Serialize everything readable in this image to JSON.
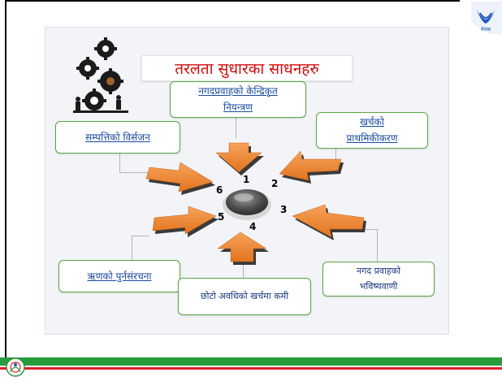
{
  "title": "तरलता सुधारका साधनहरु",
  "nodes": {
    "top": [
      "नगदप्रवाहको केन्द्रिकृत",
      "नियन्त्रण"
    ],
    "top_right": [
      "खर्चको",
      "प्राथमिकीकरण"
    ],
    "left": [
      "सम्पत्तिको विर्सजन"
    ],
    "bottom_left": [
      "ऋणको पुर्नसंरचना"
    ],
    "bottom": [
      "छोटो अवधिको खर्चमा कमी"
    ],
    "bottom_right": [
      "नगद प्रवाहको",
      "भविष्यवाणी"
    ]
  },
  "arrow_numbers": [
    "1",
    "2",
    "3",
    "4",
    "5",
    "6"
  ],
  "logo_top_right_text": "बेरुख",
  "colors": {
    "title_red": "#d10a0a",
    "node_text_blue": "#1a4aa0",
    "node_border_green": "#5aa644",
    "arrow_orange": "#f0873a",
    "footer_green": "#2a9b3c",
    "footer_red": "#e01f26"
  },
  "icons": [
    "gears-with-people-icon",
    "center-button-icon",
    "organization-logo-icon",
    "footer-emblem-icon"
  ]
}
